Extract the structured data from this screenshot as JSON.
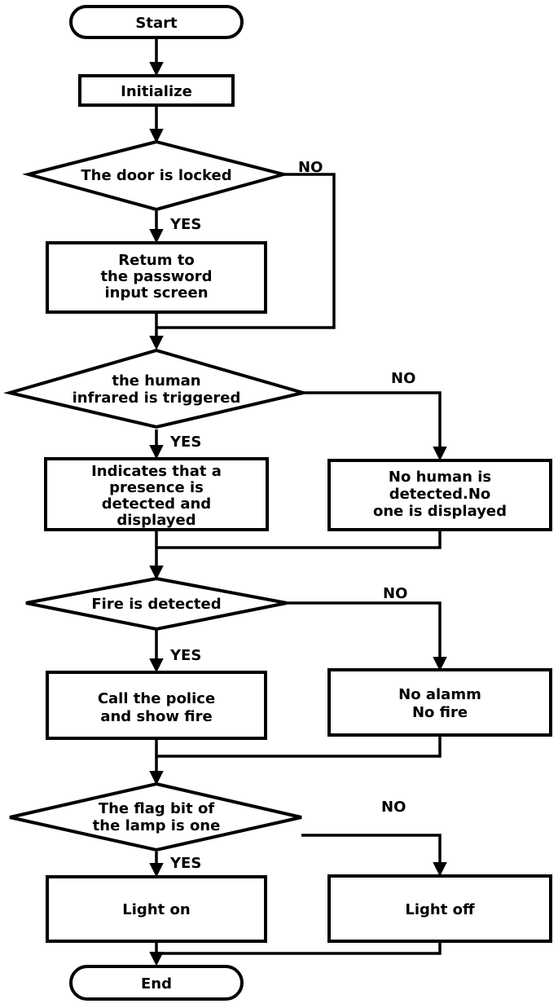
{
  "flowchart": {
    "start": "Start",
    "initialize": "Initialize",
    "decision_door": "The door is locked",
    "return_box": [
      "Retum to",
      "the password",
      "input screen"
    ],
    "decision_infrared": [
      "the human",
      "infrared is triggered"
    ],
    "presence_yes": [
      "Indicates that a",
      "presence is",
      "detected and",
      "displayed"
    ],
    "presence_no": [
      "No human is",
      "detected.No",
      "one is displayed"
    ],
    "decision_fire": "Fire is detected",
    "fire_yes": [
      "Call the police",
      "and show fire"
    ],
    "fire_no": [
      "No alamm",
      "No fire"
    ],
    "decision_lamp": [
      "The flag bit of",
      "the lamp is one"
    ],
    "light_on": "Light on",
    "light_off": "Light off",
    "end": "End",
    "branch_labels": {
      "yes": "YES",
      "no": "NO"
    }
  },
  "colors": {
    "stroke": "#000000",
    "background": "#ffffff"
  }
}
